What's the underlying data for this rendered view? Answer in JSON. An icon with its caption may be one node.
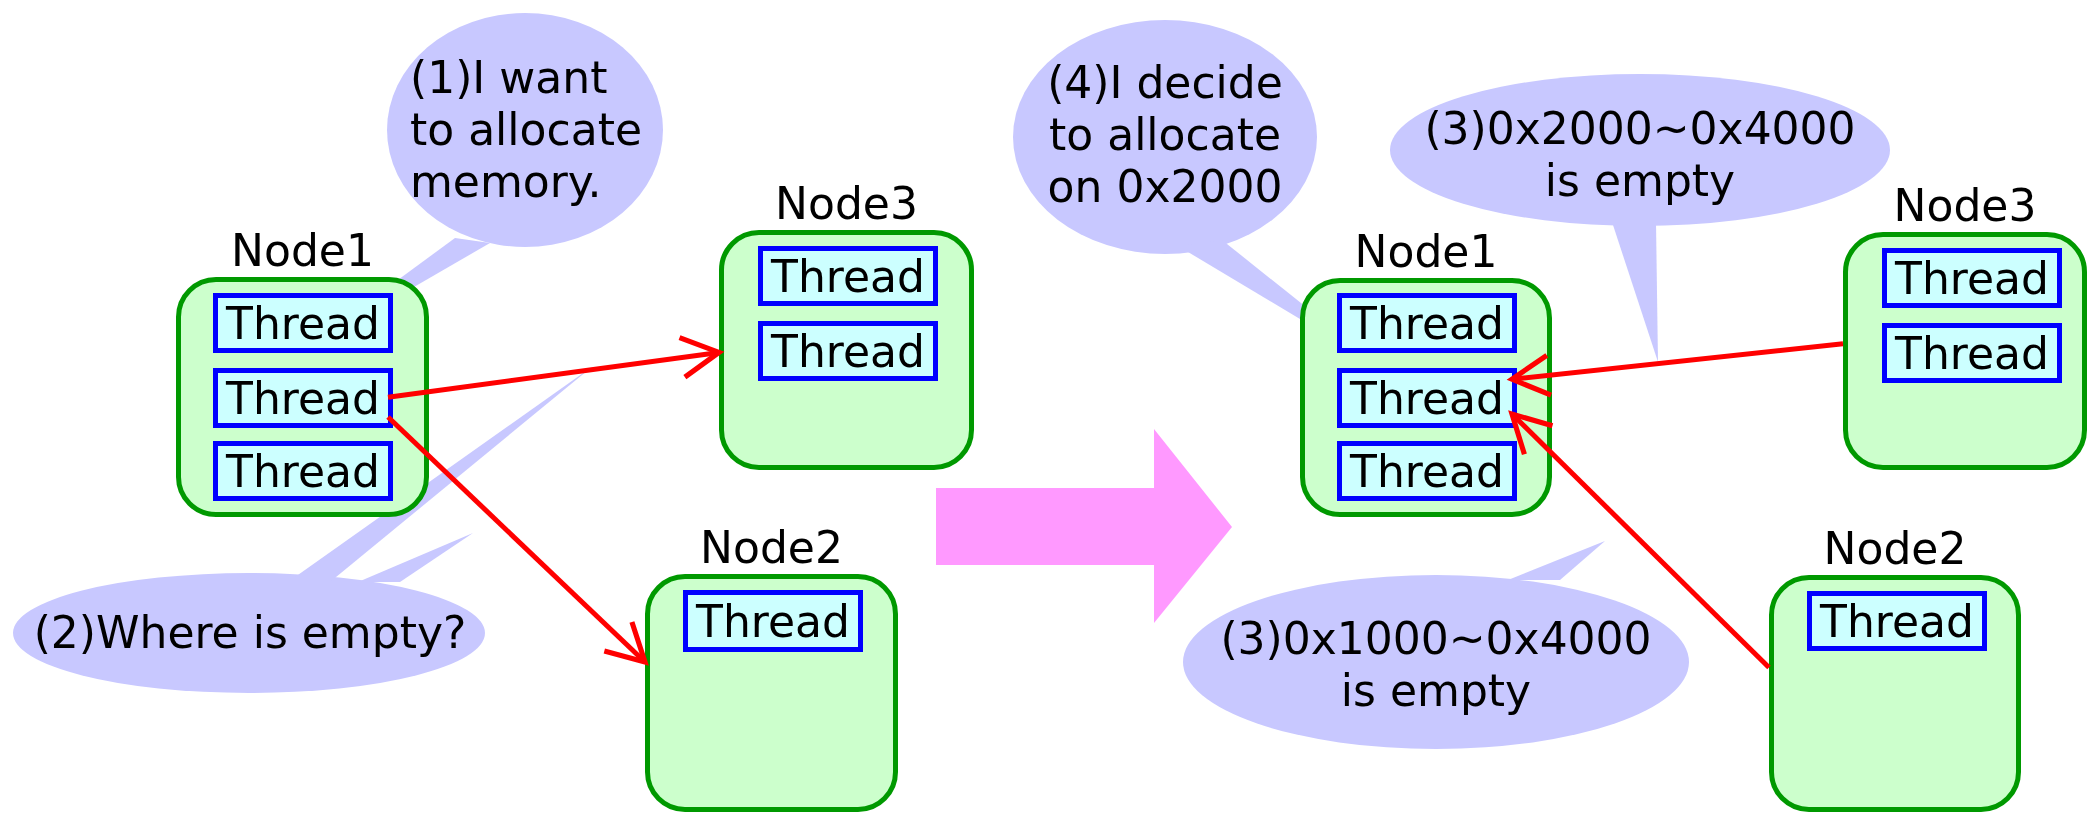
{
  "diagram": {
    "nodes": [
      {
        "text": [
          "(1)I want to allocate memory."
        ]
      },
      {
        "text": [
          "Node1"
        ]
      },
      {
        "text": [
          "Thread"
        ],
        "in": 1
      },
      {
        "text": [
          "Thread"
        ],
        "in": 1
      },
      {
        "text": [
          "Thread"
        ],
        "in": 1
      },
      {
        "text": [
          "Node3"
        ]
      },
      {
        "text": [
          "Thread"
        ],
        "in": 5
      },
      {
        "text": [
          "Thread"
        ],
        "in": 5
      },
      {
        "text": [
          "(2)Where is empty?"
        ]
      },
      {
        "text": [
          "Node2"
        ]
      },
      {
        "text": [
          "Thread"
        ],
        "in": 9
      },
      {
        "text": [
          "(4)I decide to allocate on 0x2000"
        ]
      },
      {
        "text": [
          "(3)0x2000~0x4000 is empty"
        ]
      },
      {
        "text": [
          "Node1"
        ]
      },
      {
        "text": [
          "Thread"
        ],
        "in": 13
      },
      {
        "text": [
          "Thread"
        ],
        "in": 13
      },
      {
        "text": [
          "Thread"
        ],
        "in": 13
      },
      {
        "text": [
          "Node3"
        ]
      },
      {
        "text": [
          "Thread"
        ],
        "in": 17
      },
      {
        "text": [
          "Thread"
        ],
        "in": 17
      },
      {
        "text": [
          "(3)0x1000~0x4000 is empty"
        ]
      },
      {
        "text": [
          "Node2"
        ]
      },
      {
        "text": [
          "Thread"
        ],
        "in": 21
      }
    ],
    "edges": [
      {
        "from": 3,
        "to": 5,
        "arrow": "to"
      },
      {
        "from": 3,
        "to": 9,
        "arrow": "to"
      },
      {
        "from": 17,
        "to": 15,
        "arrow": "to"
      },
      {
        "from": 21,
        "to": 15,
        "arrow": "to"
      }
    ]
  }
}
